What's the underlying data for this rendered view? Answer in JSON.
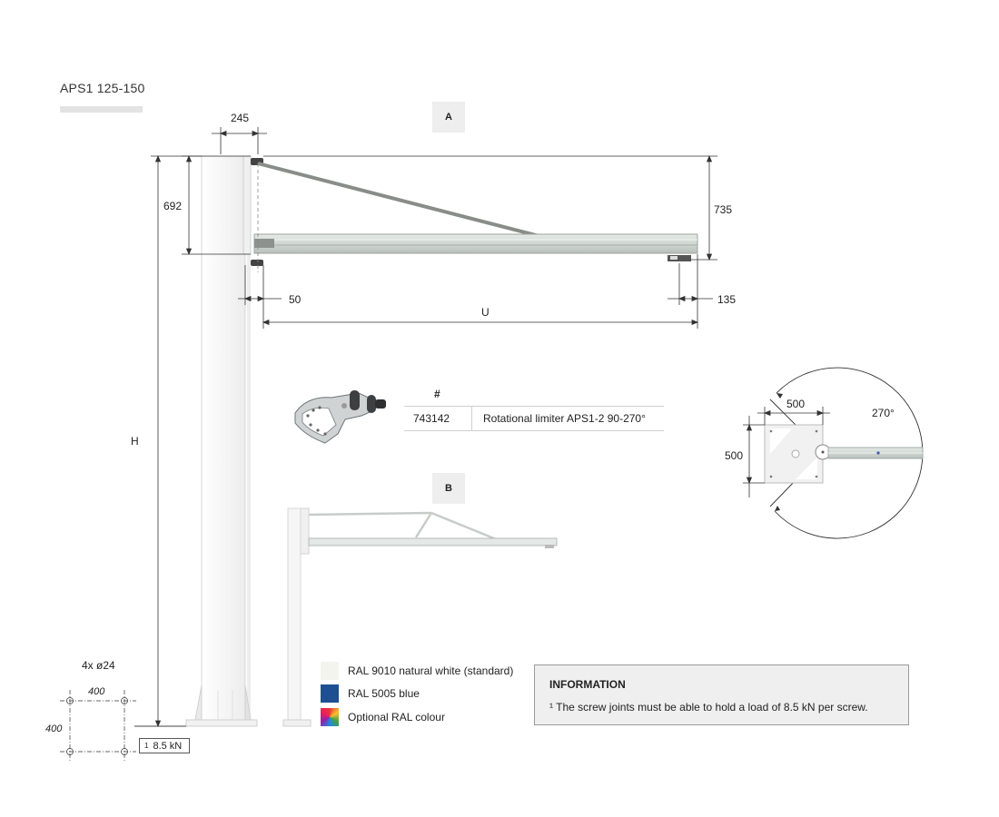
{
  "title": "APS1 125-150",
  "views": {
    "a": "A",
    "b": "B"
  },
  "dimensions": {
    "d245": "245",
    "d692": "692",
    "d735": "735",
    "d50": "50",
    "d135": "135",
    "u": "U",
    "h": "H",
    "d500_top": "500",
    "d500_left": "500",
    "angle": "270°",
    "bolts": "4x ø24",
    "d400_top": "400",
    "d400_left": "400",
    "load": "8.5 kN",
    "load_sup": "1"
  },
  "accessory": {
    "header": "#",
    "code": "743142",
    "description": "Rotational limiter APS1-2 90-270°"
  },
  "colours": [
    {
      "label": "RAL 9010 natural white (standard)",
      "color": "#f4f4ef"
    },
    {
      "label": "RAL 5005 blue",
      "color": "#1f4f93"
    },
    {
      "label": "Optional RAL colour",
      "color": "gradient"
    }
  ],
  "information": {
    "title": "INFORMATION",
    "text": "¹ The screw joints must be able to hold a load of 8.5 kN per screw."
  }
}
